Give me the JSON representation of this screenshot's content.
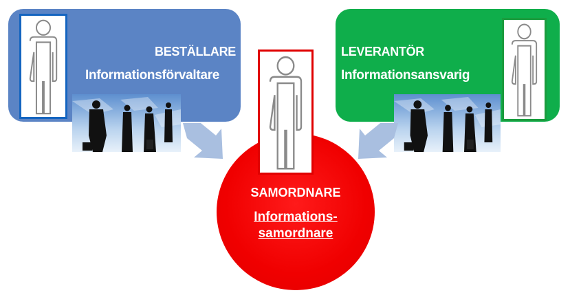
{
  "left_box": {
    "title": "BESTÄLLARE",
    "subtitle": "Informationsförvaltare",
    "color": "#5b84c5",
    "frame_color": "#1565c0"
  },
  "right_box": {
    "title": "LEVERANTÖR",
    "subtitle": "Informationsansvarig",
    "color": "#0fae4b",
    "frame_color": "#1a9c3e"
  },
  "center_circle": {
    "title": "SAMORDNARE",
    "subtitle_line1": "Informations-",
    "subtitle_line2": "samordnare",
    "color": "#f00000",
    "frame_color": "#e00000"
  },
  "arrow_color": "#a9bfe0",
  "icons": [
    "person-outline-icon",
    "business-people-photo",
    "block-arrow"
  ]
}
